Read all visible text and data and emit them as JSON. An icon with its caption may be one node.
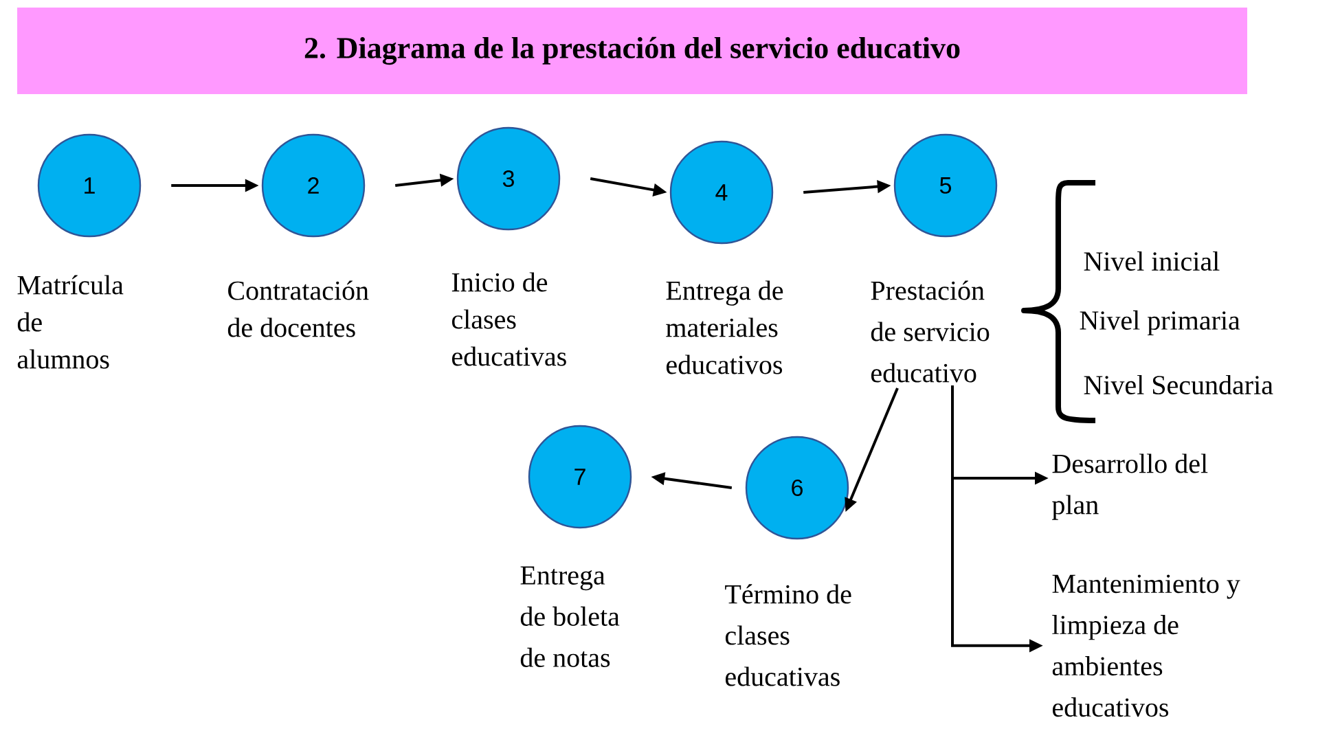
{
  "diagram": {
    "title": "2. Diagrama de la prestación del servicio educativo",
    "nodes": [
      {
        "text": [
          "1"
        ],
        "beside": [
          "Matrícula de alumnos"
        ]
      },
      {
        "text": [
          "2"
        ],
        "beside": [
          "Contratación de docentes"
        ]
      },
      {
        "text": [
          "3"
        ],
        "beside": [
          "Inicio de clases educativas"
        ]
      },
      {
        "text": [
          "4"
        ],
        "beside": [
          "Entrega de materiales educativos"
        ]
      },
      {
        "text": [
          "5"
        ]
      },
      {
        "text": [
          "Prestación de servicio educativo"
        ]
      },
      {
        "text": [
          "6"
        ],
        "beside": [
          "Término de clases educativas"
        ]
      },
      {
        "text": [
          "7"
        ],
        "beside": [
          "Entrega de boleta de notas"
        ]
      },
      {
        "text": [
          "Desarrollo del plan"
        ]
      },
      {
        "text": [
          "Mantenimiento y limpieza de ambientes educativos"
        ]
      }
    ],
    "edges": [
      {
        "from": 0,
        "to": 1,
        "arrow": "to"
      },
      {
        "from": 1,
        "to": 2,
        "arrow": "to"
      },
      {
        "from": 2,
        "to": 3,
        "arrow": "to"
      },
      {
        "from": 3,
        "to": 4,
        "arrow": "to"
      },
      {
        "from": 5,
        "to": 6,
        "arrow": "to"
      },
      {
        "from": 6,
        "to": 7,
        "arrow": "to"
      },
      {
        "from": 5,
        "to": 8,
        "arrow": "to"
      },
      {
        "from": 5,
        "to": 9,
        "arrow": "to"
      }
    ],
    "labels": [
      "Nivel inicial",
      "Nivel primaria",
      "Nivel Secundaria"
    ]
  }
}
